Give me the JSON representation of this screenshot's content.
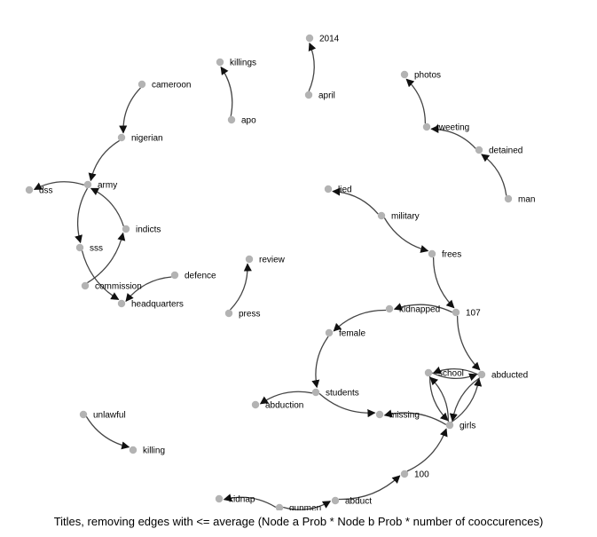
{
  "caption": "Titles, removing edges with <= average (Node a Prob * Node b Prob * number of cooccurences)",
  "colors": {
    "node": "#b3b3b3",
    "edge": "#444444",
    "label": "#000000"
  },
  "nodes": [
    {
      "id": "cameroon",
      "label": "cameroon"
    },
    {
      "id": "nigerian",
      "label": "nigerian"
    },
    {
      "id": "army",
      "label": "army"
    },
    {
      "id": "dss",
      "label": "dss"
    },
    {
      "id": "indicts",
      "label": "indicts"
    },
    {
      "id": "sss",
      "label": "sss"
    },
    {
      "id": "commission",
      "label": "commission"
    },
    {
      "id": "headquarters",
      "label": "headquarters"
    },
    {
      "id": "defence",
      "label": "defence"
    },
    {
      "id": "killings",
      "label": "killings"
    },
    {
      "id": "apo",
      "label": "apo"
    },
    {
      "id": "2014",
      "label": "2014"
    },
    {
      "id": "april",
      "label": "april"
    },
    {
      "id": "photos",
      "label": "photos"
    },
    {
      "id": "tweeting",
      "label": "tweeting"
    },
    {
      "id": "detained",
      "label": "detained"
    },
    {
      "id": "man",
      "label": "man"
    },
    {
      "id": "lied",
      "label": "lied"
    },
    {
      "id": "military",
      "label": "military"
    },
    {
      "id": "frees",
      "label": "frees"
    },
    {
      "id": "107",
      "label": "107"
    },
    {
      "id": "kidnapped",
      "label": "kidnapped"
    },
    {
      "id": "female",
      "label": "female"
    },
    {
      "id": "students",
      "label": "students"
    },
    {
      "id": "abduction",
      "label": "abduction"
    },
    {
      "id": "missing",
      "label": "missing"
    },
    {
      "id": "school",
      "label": "school"
    },
    {
      "id": "abducted",
      "label": "abducted"
    },
    {
      "id": "girls",
      "label": "girls"
    },
    {
      "id": "100",
      "label": "100"
    },
    {
      "id": "abduct",
      "label": "abduct"
    },
    {
      "id": "gunmen",
      "label": "gunmen"
    },
    {
      "id": "kidnap",
      "label": "kidnap"
    },
    {
      "id": "review",
      "label": "review"
    },
    {
      "id": "press",
      "label": "press"
    },
    {
      "id": "unlawful",
      "label": "unlawful"
    },
    {
      "id": "killing",
      "label": "killing"
    }
  ],
  "edges": [
    {
      "from": "cameroon",
      "to": "nigerian"
    },
    {
      "from": "nigerian",
      "to": "army"
    },
    {
      "from": "army",
      "to": "dss"
    },
    {
      "from": "army",
      "to": "sss"
    },
    {
      "from": "indicts",
      "to": "army"
    },
    {
      "from": "commission",
      "to": "indicts"
    },
    {
      "from": "sss",
      "to": "headquarters"
    },
    {
      "from": "defence",
      "to": "headquarters"
    },
    {
      "from": "apo",
      "to": "killings"
    },
    {
      "from": "april",
      "to": "2014"
    },
    {
      "from": "man",
      "to": "detained"
    },
    {
      "from": "detained",
      "to": "tweeting"
    },
    {
      "from": "tweeting",
      "to": "photos"
    },
    {
      "from": "military",
      "to": "lied"
    },
    {
      "from": "military",
      "to": "frees"
    },
    {
      "from": "frees",
      "to": "107"
    },
    {
      "from": "107",
      "to": "kidnapped"
    },
    {
      "from": "107",
      "to": "abducted"
    },
    {
      "from": "kidnapped",
      "to": "female"
    },
    {
      "from": "female",
      "to": "students"
    },
    {
      "from": "students",
      "to": "abduction"
    },
    {
      "from": "students",
      "to": "missing"
    },
    {
      "from": "girls",
      "to": "missing"
    },
    {
      "from": "abducted",
      "to": "school"
    },
    {
      "from": "school",
      "to": "abducted"
    },
    {
      "from": "abducted",
      "to": "girls"
    },
    {
      "from": "girls",
      "to": "abducted"
    },
    {
      "from": "school",
      "to": "girls"
    },
    {
      "from": "girls",
      "to": "school"
    },
    {
      "from": "100",
      "to": "girls"
    },
    {
      "from": "abduct",
      "to": "100"
    },
    {
      "from": "gunmen",
      "to": "abduct"
    },
    {
      "from": "gunmen",
      "to": "kidnap"
    },
    {
      "from": "press",
      "to": "review"
    },
    {
      "from": "unlawful",
      "to": "killing"
    }
  ]
}
